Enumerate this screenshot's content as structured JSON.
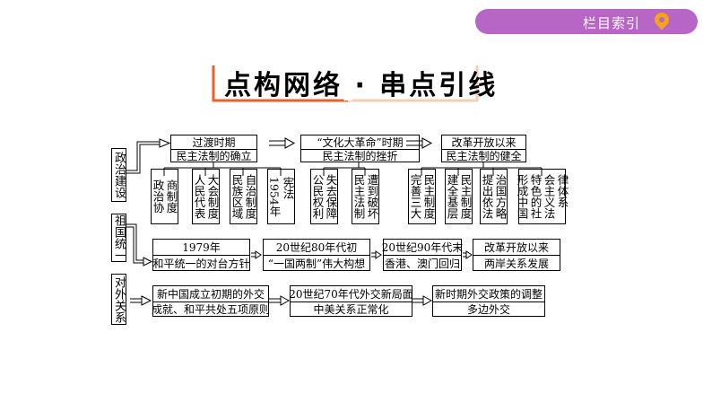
{
  "index_button": {
    "label": "栏目索引",
    "icon": "location-pin-icon",
    "color": "#b866c6"
  },
  "title": "点构网络 · 串点引线",
  "sections": {
    "politics": {
      "label": "政治建设",
      "stages": [
        {
          "top": "过渡时期",
          "bottom": "民主法制的确立"
        },
        {
          "top": "“文化大革命”时期",
          "bottom": "民主法制的挫折"
        },
        {
          "top": "改革开放以来",
          "bottom": "民主法制的健全"
        }
      ],
      "details": [
        "政治协\n商制度",
        "人民代表\n大会制度",
        "民族区域\n自治制度",
        "宪法\n1954年",
        "公民权利\n失去保障",
        "民主法制\n遭到破坏",
        "完善三大\n民主制度",
        "建全基层\n民主制度",
        "提出依法\n治国方略",
        "形成中国\n特色的社\n会主义法\n律体系"
      ]
    },
    "unification": {
      "label": "祖国统一",
      "stages": [
        {
          "top": "1979年",
          "bottom": "和平统一的对台方针"
        },
        {
          "top": "20世纪80年代初",
          "bottom": "“一国两制”伟大构想"
        },
        {
          "top": "20世纪90年代末",
          "bottom": "香港、澳门回归"
        },
        {
          "top": "改革开放以来",
          "bottom": "两岸关系发展"
        }
      ]
    },
    "foreign": {
      "label": "对外关系",
      "stages": [
        {
          "top": "新中国成立初期的外交",
          "bottom": "成就、和平共处五项原则"
        },
        {
          "top": "20世纪70年代外交新局面",
          "bottom": "中美关系正常化"
        },
        {
          "top": "新时期外交政策的调整",
          "bottom": "多边外交"
        }
      ]
    }
  }
}
